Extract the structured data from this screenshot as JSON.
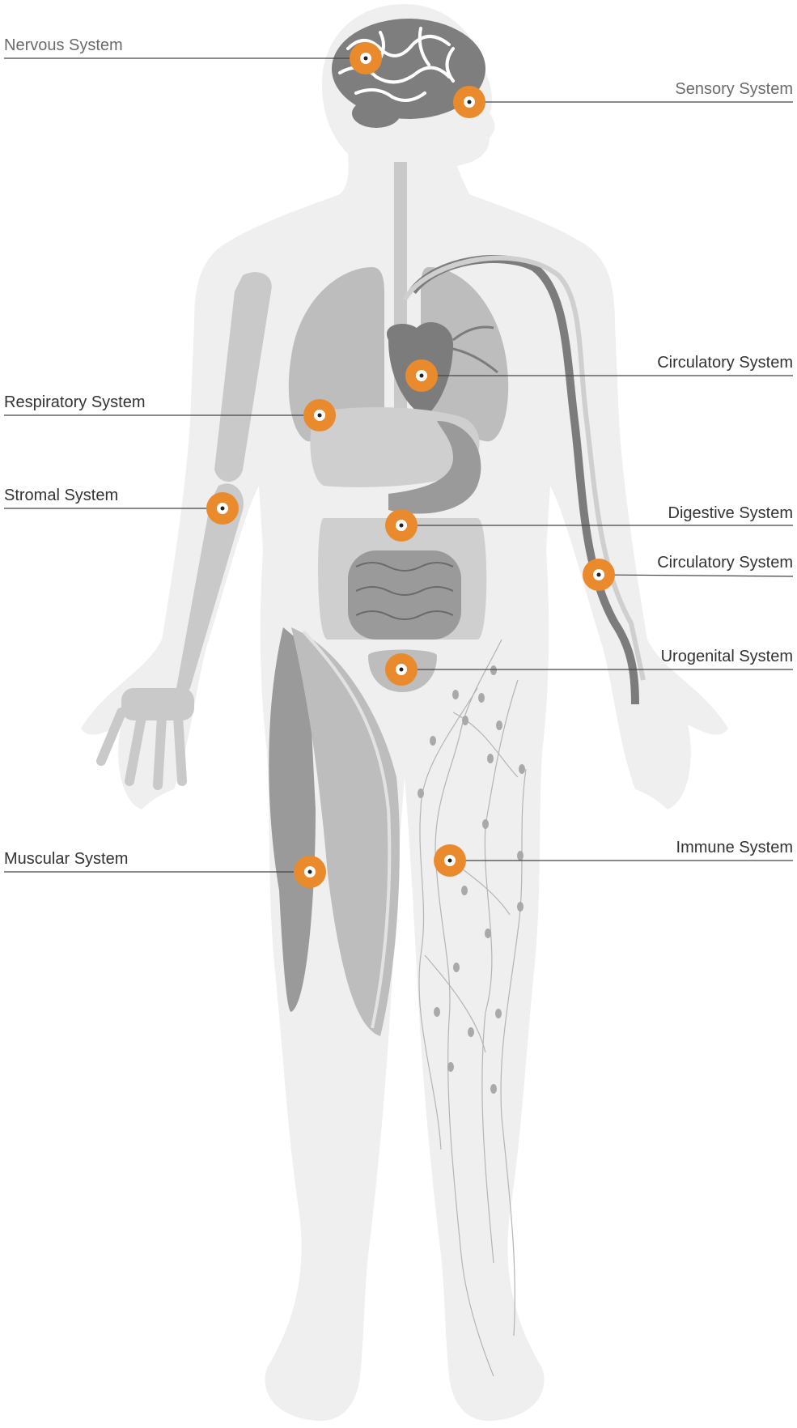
{
  "colors": {
    "silhouette": "#efefef",
    "organ_light": "#cfcfcf",
    "organ_mid": "#bdbdbd",
    "organ_dark": "#8d8d8d",
    "marker": "#e98a2d",
    "line": "#444444"
  },
  "labels": {
    "nervous": "Nervous System",
    "sensory": "Sensory System",
    "circulatory_upper": "Circulatory System",
    "respiratory": "Respiratory System",
    "stromal": "Stromal System",
    "digestive": "Digestive System",
    "circulatory_lower": "Circulatory System",
    "urogenital": "Urogenital System",
    "muscular": "Muscular System",
    "immune": "Immune System"
  },
  "icons": {
    "marker": "orange-ring-marker-icon"
  }
}
